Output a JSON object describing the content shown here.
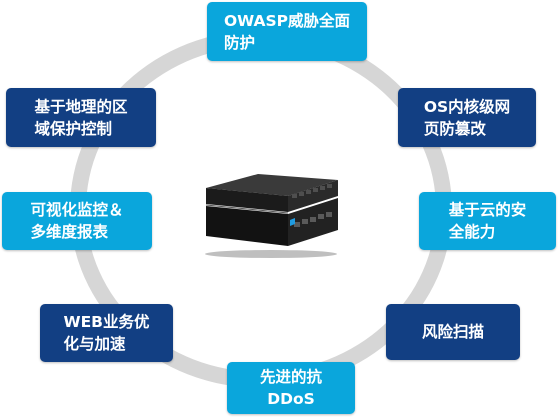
{
  "center_device_icon": "security-appliance-icon",
  "features": {
    "owasp": "OWASP威胁全面\n防护",
    "geo": "基于地理的区\n域保护控制",
    "os": "OS内核级网\n页防篡改",
    "visual": "可视化监控＆\n多维度报表",
    "cloud": "基于云的安\n全能力",
    "web": "WEB业务优\n化与加速",
    "risk": "风险扫描",
    "ddos": "先进的抗\nDDoS"
  },
  "colors": {
    "cyan": "#0aa6dc",
    "navy": "#123f83",
    "ring": "#d6d6d6"
  }
}
